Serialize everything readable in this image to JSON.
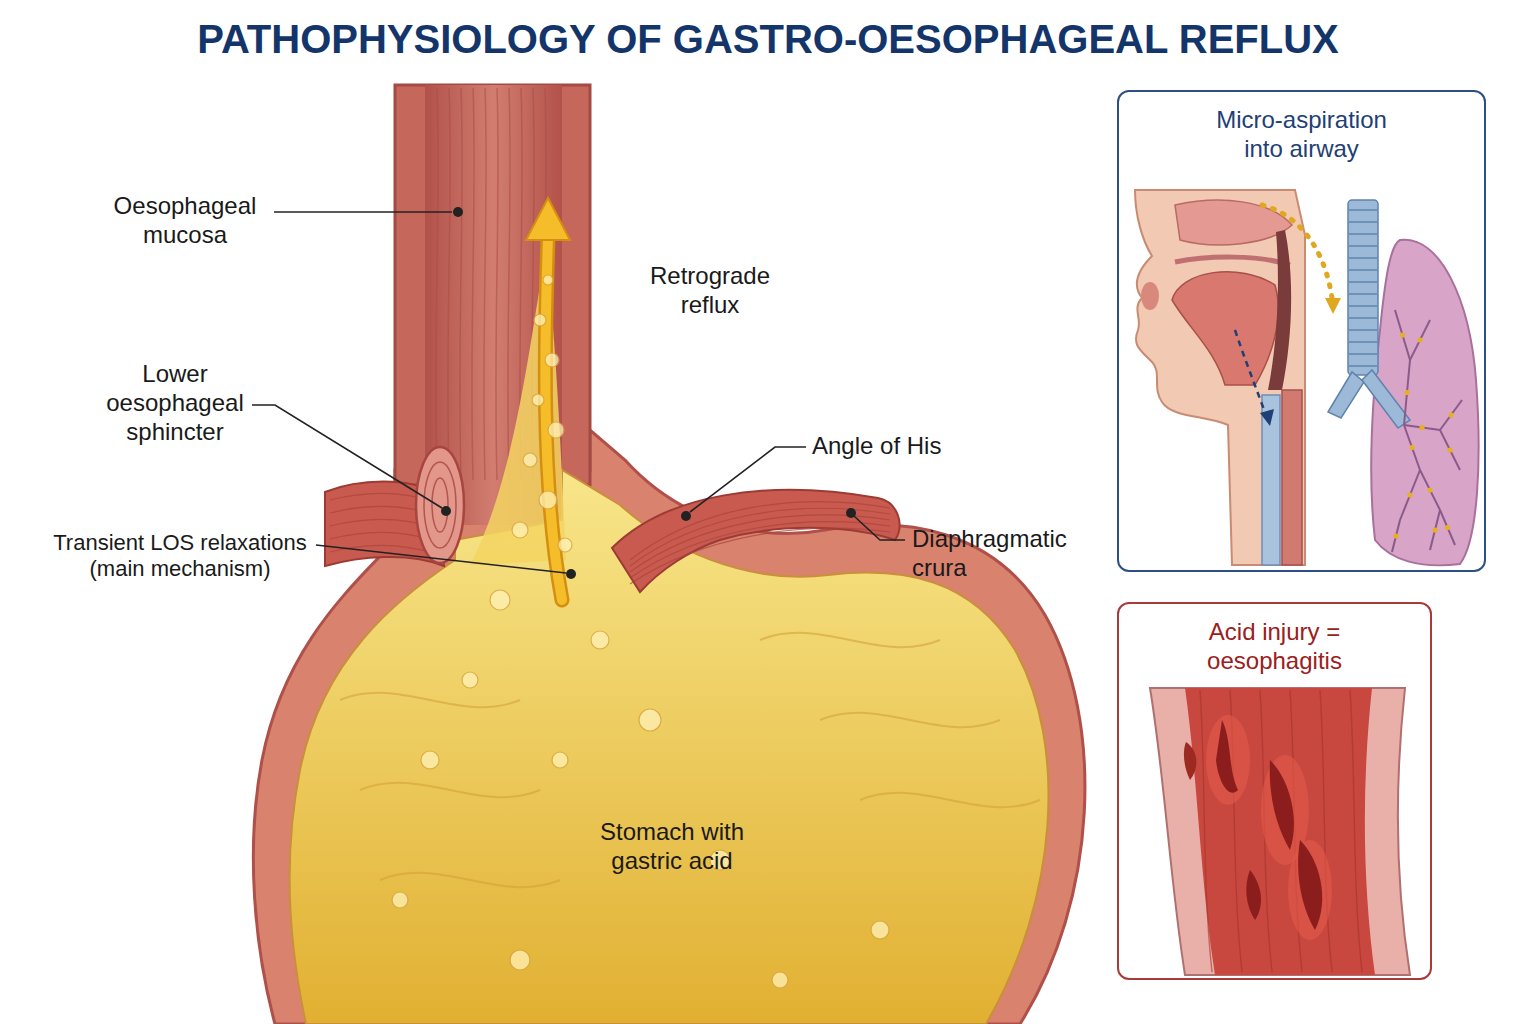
{
  "diagram": {
    "title": "PATHOPHYSIOLOGY OF GASTRO-OESOPHAGEAL REFLUX",
    "nodes": [
      {
        "text": [
          "Micro-aspiration into airway"
        ]
      },
      {
        "text": [
          "Acid injury = oesophagitis"
        ]
      }
    ],
    "labels": [
      "Oesophageal mucosa",
      "Retrograde reflux",
      "Lower oesophageal sphincter",
      "Angle of His",
      "Transient LOS relaxations (main mechanism)",
      "Diaphragmatic crura",
      "Stomach with gastric acid"
    ]
  }
}
